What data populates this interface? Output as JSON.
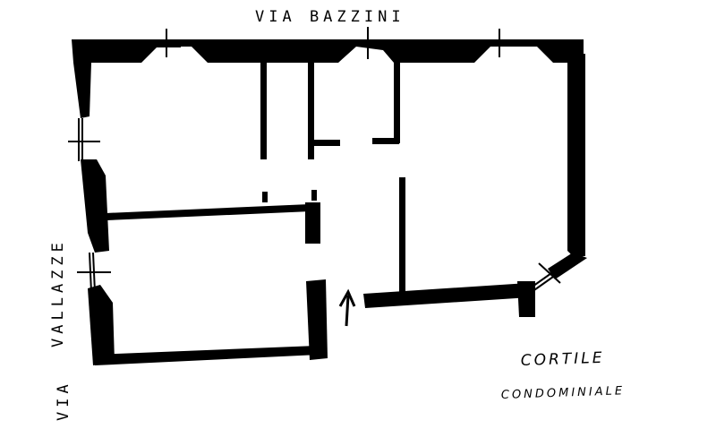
{
  "labels": {
    "street_top": "VIA BAZZINI",
    "street_left_via": "VIA",
    "street_left_name": "VALLAZZE",
    "courtyard_line1": "CORTILE",
    "courtyard_line2": "CONDOMINIALE"
  },
  "colors": {
    "wall": "#000000",
    "background": "#ffffff"
  },
  "icons": {
    "entrance": "arrow-up-icon"
  }
}
